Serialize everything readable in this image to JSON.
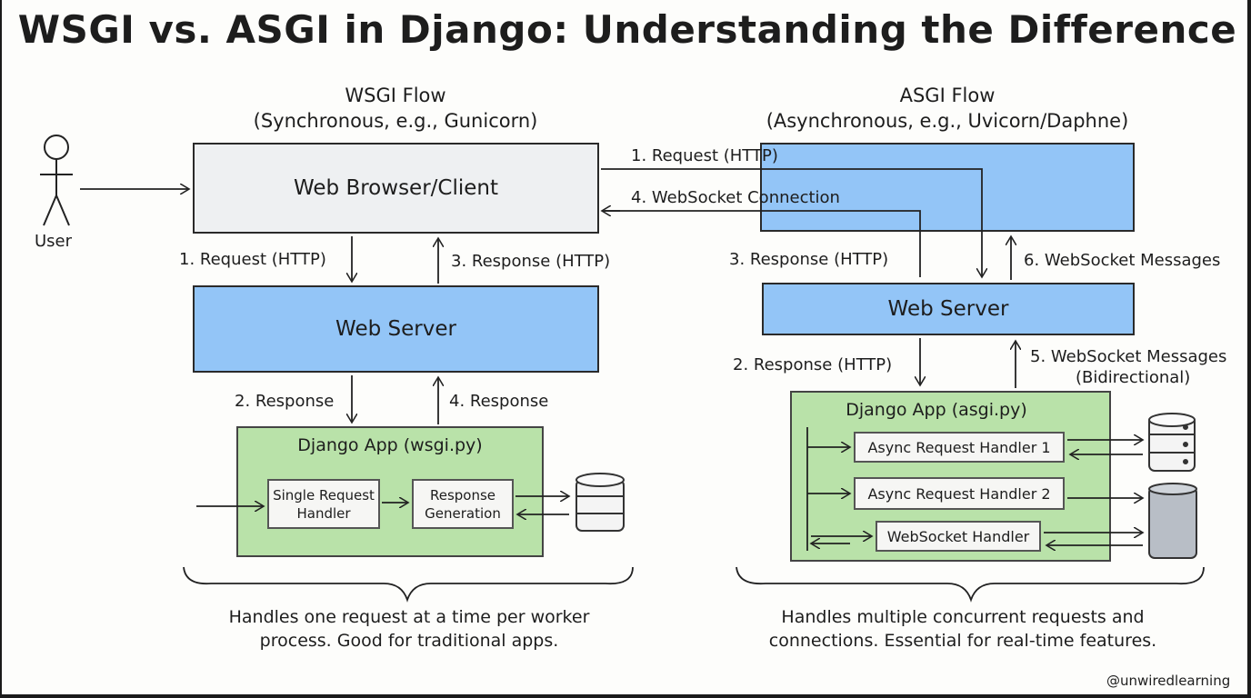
{
  "title": "WSGI vs. ASGI in Django: Understanding the Difference",
  "wsgi": {
    "heading": "WSGI Flow",
    "subheading": "(Synchronous, e.g., Gunicorn)",
    "user_label": "User",
    "browser_label": "Web Browser/Client",
    "server_label": "Web Server",
    "app_label": "Django App (wsgi.py)",
    "handler_label": "Single Request Handler",
    "generation_label": "Response Generation",
    "arrows": {
      "request": "1. Request (HTTP)",
      "response_http": "3. Response (HTTP)",
      "response": "2. Response",
      "response4": "4. Response"
    },
    "note": "Handles one request at a time per worker process. Good for traditional apps."
  },
  "asgi": {
    "heading": "ASGI Flow",
    "subheading": "(Asynchronous, e.g., Uvicorn/Daphne)",
    "server_label": "Web Server",
    "app_label": "Django App (asgi.py)",
    "handlers": [
      "Async Request Handler 1",
      "Async Request Handler 2",
      "WebSocket Handler"
    ],
    "arrows": {
      "request": "1. Request (HTTP)",
      "websocket_conn": "4. WebSocket Connection",
      "response_http_top": "3. Response (HTTP)",
      "ws_messages_top": "6. WebSocket Messages",
      "response_http_bottom": "2. Response (HTTP)",
      "ws_messages_bottom": "5. WebSocket Messages",
      "bidirectional": "(Bidirectional)"
    },
    "note": "Handles multiple concurrent requests and connections. Essential for real-time features."
  },
  "credit": "@unwiredlearning",
  "colors": {
    "blue": "#93c5f7",
    "green": "#b9e2a9",
    "gray": "#eef0f2"
  }
}
